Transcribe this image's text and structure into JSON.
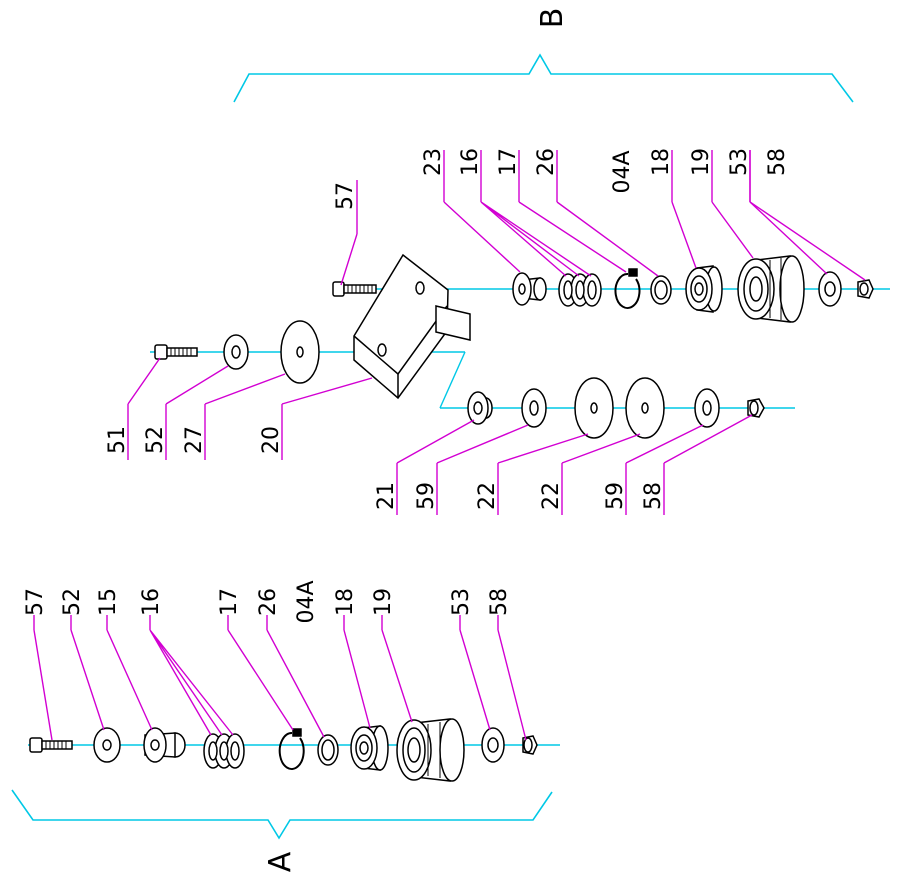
{
  "colors": {
    "axis": "#00c8e6",
    "leader": "#d200d2",
    "part_stroke": "#000000",
    "part_fill": "#ffffff",
    "background": "#ffffff"
  },
  "groups": [
    {
      "id": "A",
      "label": "A"
    },
    {
      "id": "B",
      "label": "B"
    }
  ],
  "callouts": {
    "a_57": "57",
    "a_52": "52",
    "a_15": "15",
    "a_16": "16",
    "a_17": "17",
    "a_26": "26",
    "a_04a": "04A",
    "a_18": "18",
    "a_19": "19",
    "a_53": "53",
    "a_58": "58",
    "b_23": "23",
    "b_16": "16",
    "b_17": "17",
    "b_26": "26",
    "b_04a": "04A",
    "b_18": "18",
    "b_19": "19",
    "b_53": "53",
    "b_58": "58",
    "b_57": "57",
    "m_51": "51",
    "m_52": "52",
    "m_27": "27",
    "m_20": "20",
    "m_21": "21",
    "m_59a": "59",
    "m_22a": "22",
    "m_22b": "22",
    "m_59b": "59",
    "m_58": "58"
  }
}
